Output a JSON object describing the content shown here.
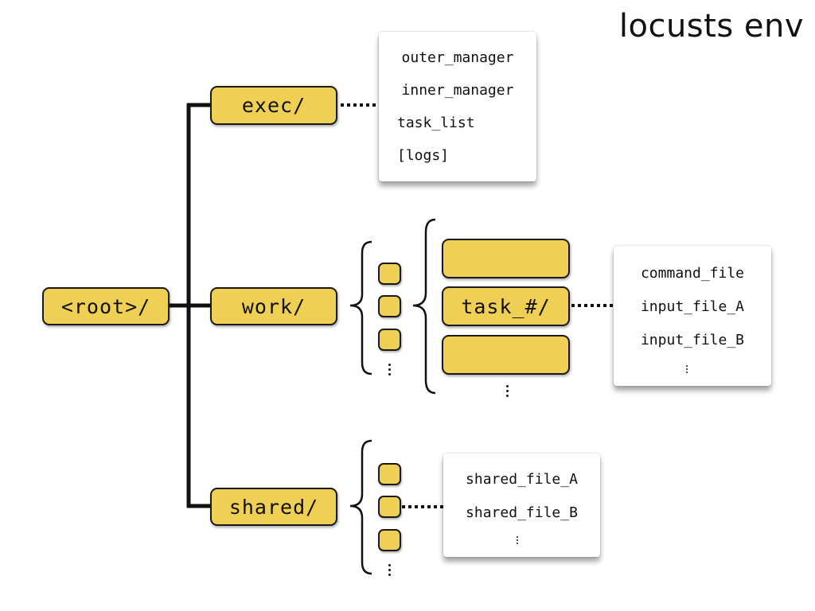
{
  "title": "locusts env",
  "nodes": {
    "root": "<root>/",
    "exec": "exec/",
    "work": "work/",
    "shared": "shared/",
    "task": "task_#/"
  },
  "cards": {
    "exec": [
      "outer_manager",
      "inner_manager",
      "task_list",
      "[logs]"
    ],
    "task": [
      "command_file",
      "input_file_A",
      "input_file_B"
    ],
    "shared": [
      "shared_file_A",
      "shared_file_B"
    ]
  },
  "colors": {
    "node_fill": "#efd054",
    "outline": "#1a1a1a",
    "card_fill": "#ffffff"
  }
}
